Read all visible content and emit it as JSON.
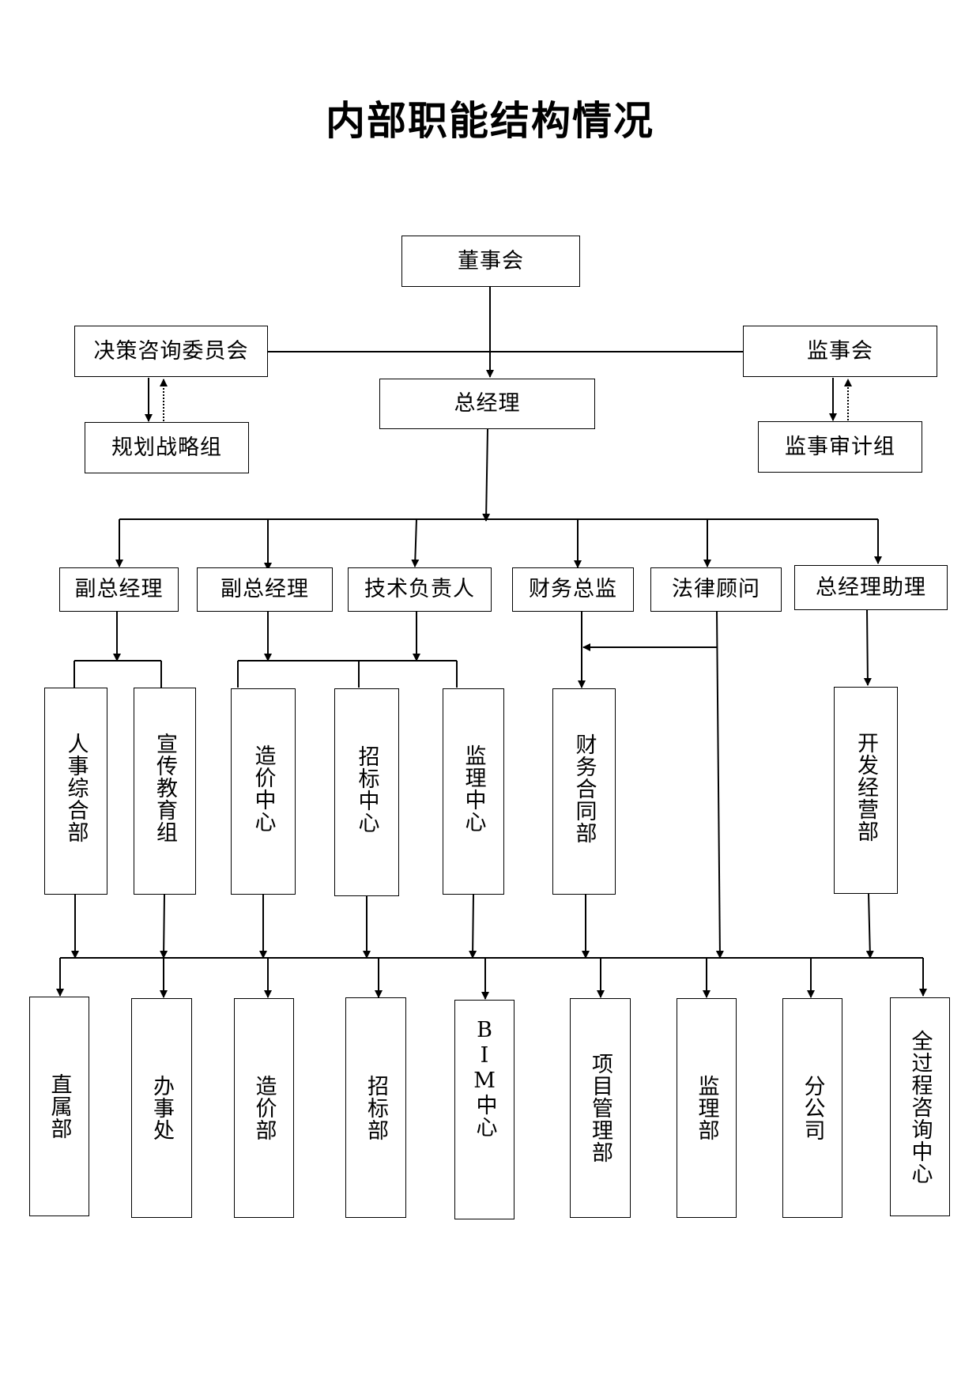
{
  "title": "内部职能结构情况",
  "board": "董事会",
  "advisory": "决策咨询委员会",
  "supervisory": "监事会",
  "planning": "规划战略组",
  "audit": "监事审计组",
  "gm": "总经理",
  "management": [
    "副总经理",
    "副总经理",
    "技术负责人",
    "财务总监",
    "法律顾问",
    "总经理助理"
  ],
  "departments": [
    "人事综合部",
    "宣传教育组",
    "造价中心",
    "招标中心",
    "监理中心",
    "财务合同部",
    "开发经营部"
  ],
  "units": [
    "直属部",
    "办事处",
    "造价部",
    "招标部",
    "BIM中心",
    "项目管理部",
    "监理部",
    "分公司",
    "全过程咨询中心"
  ]
}
